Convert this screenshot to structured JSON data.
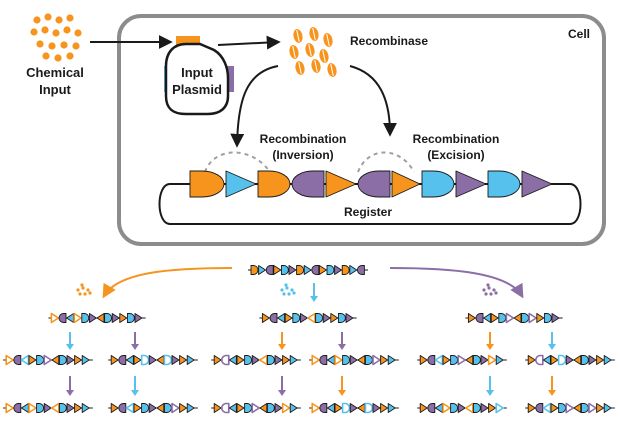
{
  "labels": {
    "chemical_input_line1": "Chemical",
    "chemical_input_line2": "Input",
    "input_plasmid_line1": "Input",
    "input_plasmid_line2": "Plasmid",
    "recombinase": "Recombinase",
    "cell": "Cell",
    "recombination_inversion_line1": "Recombination",
    "recombination_inversion_line2": "(Inversion)",
    "recombination_excision_line1": "Recombination",
    "recombination_excision_line2": "(Excision)",
    "register": "Register"
  },
  "colors": {
    "orange": "#f7941d",
    "blue": "#56c1ec",
    "purple": "#8b6ea6",
    "dark": "#1a1a1a",
    "cell_border": "#8c8c8c",
    "dashed": "#a0a0a0"
  },
  "tree_nodes": [
    {
      "id": "root",
      "children": [
        "left",
        "middle",
        "right"
      ],
      "input_color": null
    },
    {
      "id": "left",
      "input_color": "orange",
      "children": [
        "left-a",
        "left-b"
      ]
    },
    {
      "id": "middle",
      "input_color": "blue",
      "children": [
        "middle-a",
        "middle-b"
      ]
    },
    {
      "id": "right",
      "input_color": "purple",
      "children": [
        "right-a",
        "right-b"
      ]
    },
    {
      "id": "left-a",
      "input_color": "blue"
    },
    {
      "id": "left-b",
      "input_color": "purple"
    },
    {
      "id": "middle-a",
      "input_color": "orange"
    },
    {
      "id": "middle-b",
      "input_color": "purple"
    },
    {
      "id": "right-a",
      "input_color": "orange"
    },
    {
      "id": "right-b",
      "input_color": "blue"
    },
    {
      "id": "left-a-1",
      "input_color": "purple"
    },
    {
      "id": "left-b-1",
      "input_color": "blue"
    },
    {
      "id": "middle-a-1",
      "input_color": "purple"
    },
    {
      "id": "middle-b-1",
      "input_color": "orange"
    },
    {
      "id": "right-a-1",
      "input_color": "blue"
    },
    {
      "id": "right-b-1",
      "input_color": "orange"
    }
  ]
}
